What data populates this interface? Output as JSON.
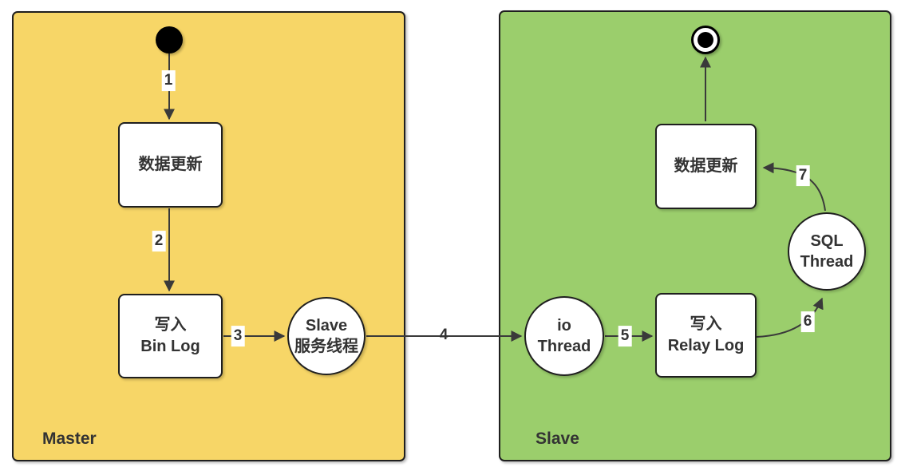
{
  "colors": {
    "master_fill": "#F7D667",
    "slave_fill": "#9BCE6C",
    "shape_fill": "#FFFFFF",
    "stroke": "#1F1F1F",
    "edge": "#3A3A3A",
    "text": "#333333",
    "label_bg": "#FFFFFF"
  },
  "containers": {
    "master": {
      "label": "Master"
    },
    "slave": {
      "label": "Slave"
    }
  },
  "nodes": {
    "master_update": {
      "lines": [
        "数据更新"
      ]
    },
    "master_binlog": {
      "lines": [
        "写入",
        "Bin Log"
      ]
    },
    "master_slave_thread": {
      "lines": [
        "Slave",
        "服务线程"
      ]
    },
    "io_thread": {
      "lines": [
        "io",
        "Thread"
      ]
    },
    "relay_log": {
      "lines": [
        "写入",
        "Relay Log"
      ]
    },
    "slave_update": {
      "lines": [
        "数据更新"
      ]
    },
    "sql_thread": {
      "lines": [
        "SQL",
        "Thread"
      ]
    }
  },
  "edge_labels": {
    "e1": "1",
    "e2": "2",
    "e3": "3",
    "e4": "4",
    "e5": "5",
    "e6": "6",
    "e7": "7"
  }
}
